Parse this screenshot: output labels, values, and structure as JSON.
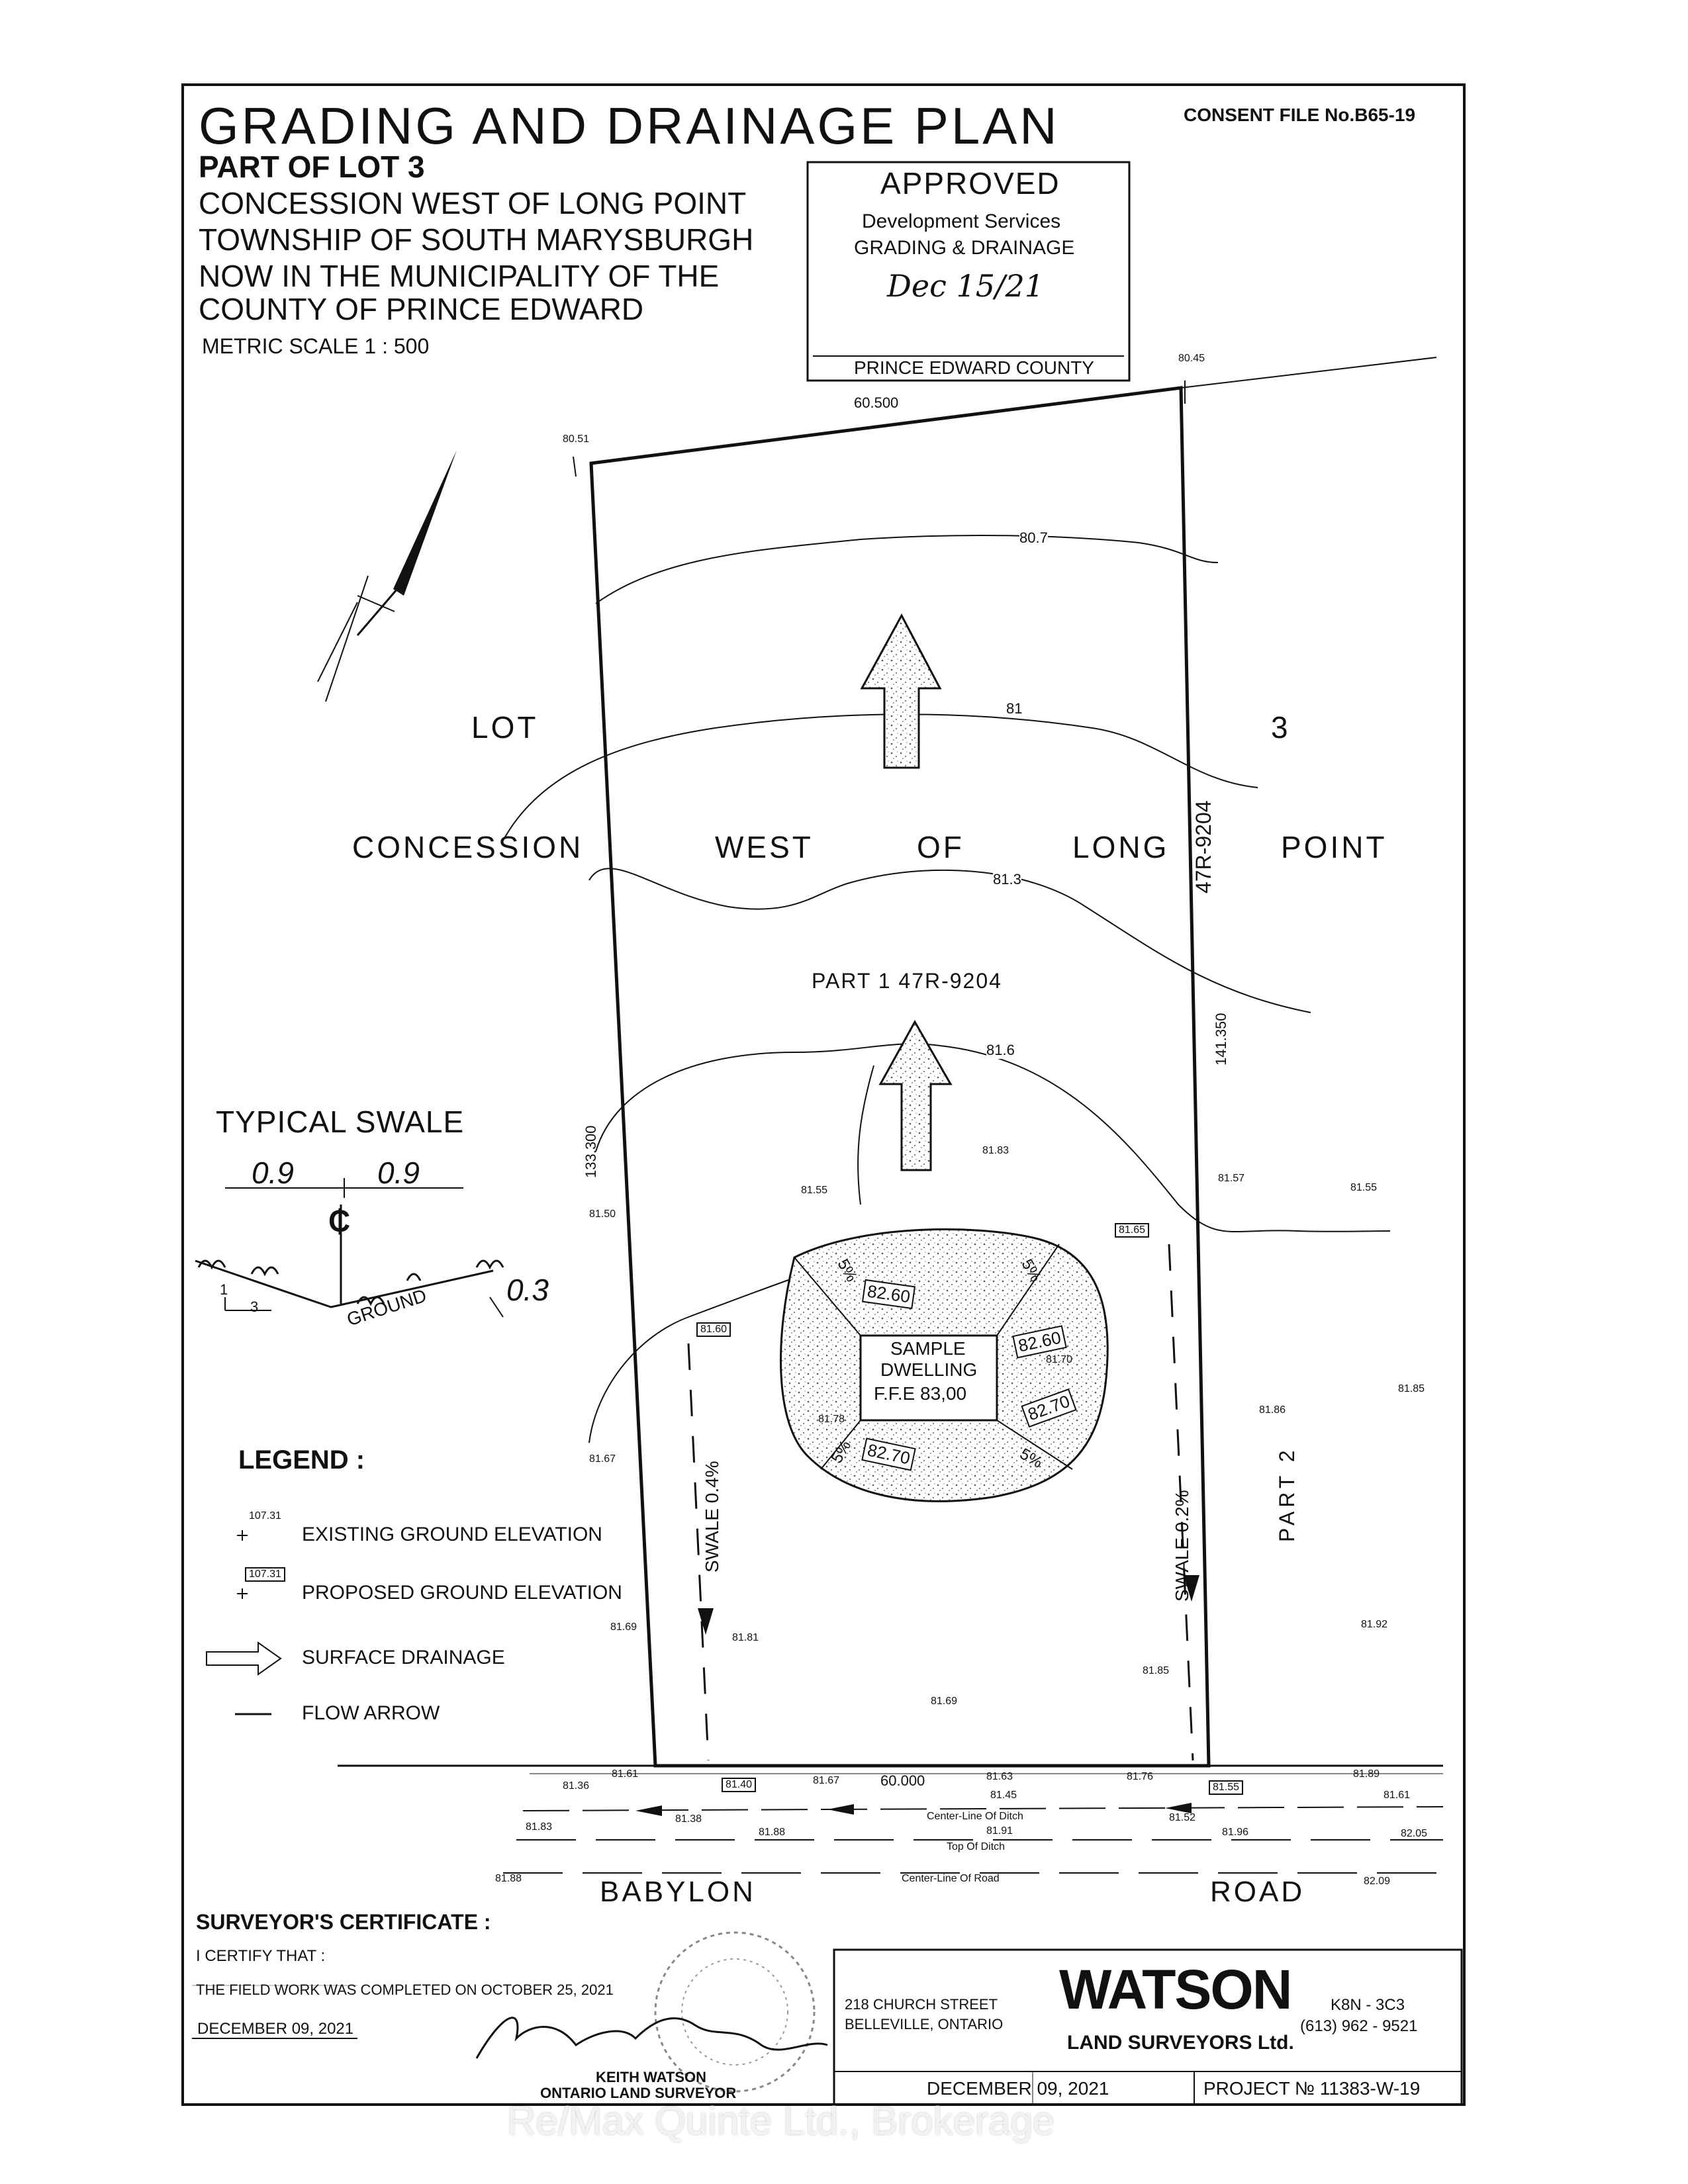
{
  "title": {
    "main": "GRADING AND DRAINAGE PLAN",
    "line1": "PART OF LOT 3",
    "line2": "CONCESSION WEST OF LONG POINT",
    "line3": "TOWNSHIP OF SOUTH MARYSBURGH",
    "line4": "NOW IN THE MUNICIPALITY OF THE",
    "line5": "COUNTY OF PRINCE EDWARD",
    "scale": "METRIC SCALE 1 : 500",
    "consent": "CONSENT FILE No.B65-19"
  },
  "stamp": {
    "approved": "APPROVED",
    "dept": "Development Services",
    "type": "GRADING & DRAINAGE",
    "date": "Dec 15/21",
    "county": "PRINCE EDWARD COUNTY"
  },
  "plan": {
    "lot_label": "LOT",
    "lot_number": "3",
    "concession": "CONCESSION",
    "west": "WEST",
    "of": "OF",
    "long": "LONG",
    "point": "POINT",
    "part1": "PART 1 47R-9204",
    "plan_ref": "47R-9204",
    "part2": "PART 2",
    "dim_top": "60.500",
    "dim_left": "133.300",
    "dim_right": "141.350",
    "dim_bottom": "60.000",
    "contours": [
      "80.7",
      "81",
      "81.3",
      "81.6"
    ],
    "dwelling_line1": "SAMPLE",
    "dwelling_line2": "DWELLING",
    "dwelling_ffe": "F.F.E 83,00",
    "proposed": [
      "82.60",
      "82.60",
      "82.70",
      "82.70"
    ],
    "slopes": [
      "5%",
      "5%",
      "5%",
      "5%"
    ],
    "swale_left": "SWALE 0.4%",
    "swale_right": "SWALE 0.2%",
    "road1": "BABYLON",
    "road2": "ROAD",
    "ditch_center": "Center-Line Of Ditch",
    "ditch_top": "Top Of Ditch",
    "road_center": "Center-Line Of Road"
  },
  "elevations": {
    "corner_tl": "80.51",
    "corner_tr": "80.45",
    "e1": "81.50",
    "e2": "81.55",
    "e3": "81.83",
    "e4": "81.57",
    "e5": "81.55",
    "e6": "81.67",
    "e7": "81.78",
    "e8": "81.70",
    "e9": "81.86",
    "e10": "81.85",
    "e11": "81.69",
    "e12": "81.81",
    "e13": "81.69",
    "e14": "81.85",
    "e15": "81.92",
    "p1": "81.60",
    "p2": "81.65",
    "r1": "81.61",
    "r2": "81.36",
    "r3": "81.40",
    "r4": "81.67",
    "r5": "81.63",
    "r6": "81.76",
    "r7": "81.55",
    "r8": "81.89",
    "r9": "81.38",
    "r10": "81.45",
    "r11": "81.52",
    "r12": "81.61",
    "r13": "81.83",
    "r14": "81.88",
    "r15": "81.91",
    "r16": "81.96",
    "r17": "82.05",
    "r18": "81.88",
    "r19": "82.09"
  },
  "swale": {
    "title": "TYPICAL SWALE",
    "w1": "0.9",
    "w2": "0.9",
    "cl": "₵",
    "slope_1": "1",
    "slope_3": "3",
    "ground": "GROUND",
    "depth": "0.3"
  },
  "legend": {
    "title": "LEGEND :",
    "sample_elev": "107.31",
    "existing": "EXISTING GROUND ELEVATION",
    "proposed": "PROPOSED GROUND ELEVATION",
    "surface": "SURFACE DRAINAGE",
    "flow": "FLOW ARROW"
  },
  "certificate": {
    "title": "SURVEYOR'S CERTIFICATE :",
    "certify": "I CERTIFY THAT :",
    "fieldwork": "THE FIELD WORK WAS COMPLETED ON OCTOBER 25, 2021",
    "date": "DECEMBER 09, 2021",
    "signature": "Keith Watson",
    "name": "KEITH WATSON",
    "role": "ONTARIO LAND SURVEYOR"
  },
  "titleblock": {
    "street": "218 CHURCH STREET",
    "city": "BELLEVILLE, ONTARIO",
    "brand": "WATSON",
    "firm": "LAND SURVEYORS Ltd.",
    "postal": "K8N - 3C3",
    "phone": "(613) 962 - 9521",
    "date": "DECEMBER 09, 2021",
    "project": "PROJECT № 11383-W-19"
  },
  "watermark": "Re/Max Quinte Ltd., Brokerage"
}
